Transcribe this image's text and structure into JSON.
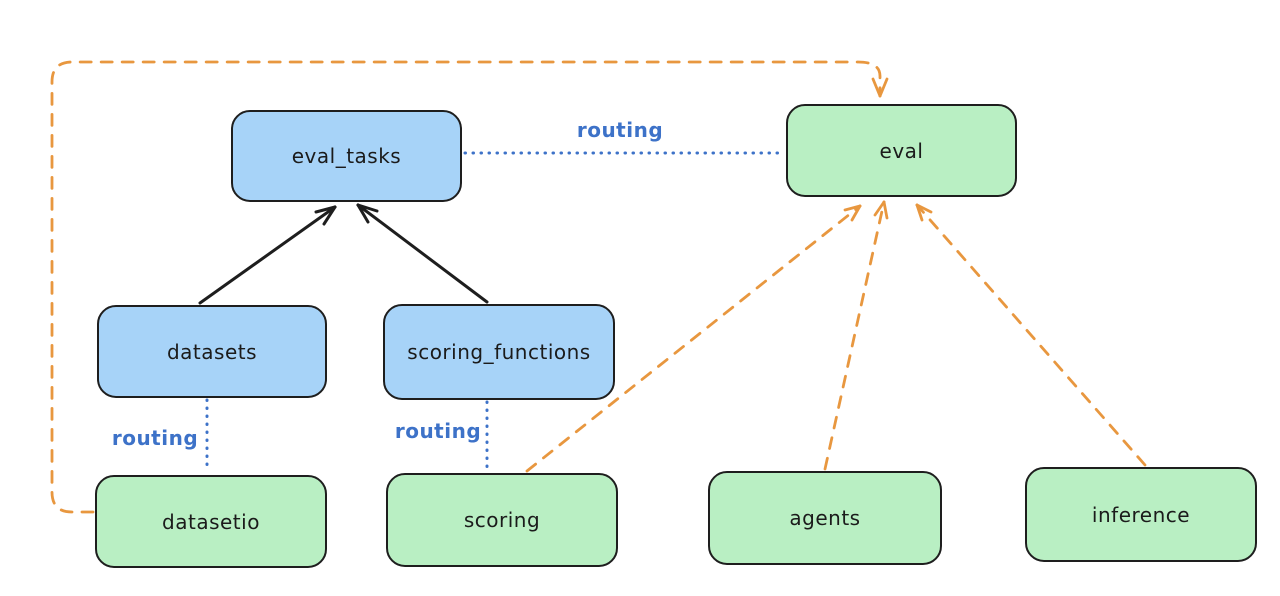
{
  "diagram": {
    "background": "#ffffff",
    "colors": {
      "resource_fill_blue": "#a7d3f8",
      "api_fill_green": "#b9efc3",
      "node_border": "#1e1e1e",
      "solid_arrow_black": "#1e1e1e",
      "dashed_arrow_orange": "#e8973f",
      "routing_label_blue": "#3d72c8"
    },
    "nodes": {
      "eval_tasks": {
        "label": "eval_tasks",
        "fill": "#a7d3f8"
      },
      "eval": {
        "label": "eval",
        "fill": "#b9efc3"
      },
      "datasets": {
        "label": "datasets",
        "fill": "#a7d3f8"
      },
      "scoring_functions": {
        "label": "scoring_functions",
        "fill": "#a7d3f8"
      },
      "datasetio": {
        "label": "datasetio",
        "fill": "#b9efc3"
      },
      "scoring": {
        "label": "scoring",
        "fill": "#b9efc3"
      },
      "agents": {
        "label": "agents",
        "fill": "#b9efc3"
      },
      "inference": {
        "label": "inference",
        "fill": "#b9efc3"
      }
    },
    "edge_labels": {
      "routing": "routing"
    },
    "edges": [
      {
        "from": "datasets",
        "to": "eval_tasks",
        "style": "solid-black-arrow"
      },
      {
        "from": "scoring_functions",
        "to": "eval_tasks",
        "style": "solid-black-arrow"
      },
      {
        "from": "eval_tasks",
        "to": "eval",
        "style": "dotted-blue",
        "label": "routing"
      },
      {
        "from": "datasets",
        "to": "datasetio",
        "style": "dotted-blue",
        "label": "routing"
      },
      {
        "from": "scoring_functions",
        "to": "scoring",
        "style": "dotted-blue",
        "label": "routing"
      },
      {
        "from": "datasetio",
        "to": "eval",
        "style": "dashed-orange-arrow"
      },
      {
        "from": "scoring",
        "to": "eval",
        "style": "dashed-orange-arrow"
      },
      {
        "from": "agents",
        "to": "eval",
        "style": "dashed-orange-arrow"
      },
      {
        "from": "inference",
        "to": "eval",
        "style": "dashed-orange-arrow"
      }
    ]
  }
}
